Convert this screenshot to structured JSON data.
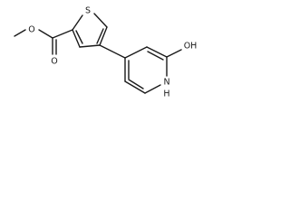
{
  "structure": {
    "atom_labels": {
      "methoxy_o": "O",
      "carbonyl_o": "O",
      "thiophene_s": "S",
      "hydroxy_oh": "OH",
      "pyridine_n": "N",
      "pyridine_h": "H"
    }
  }
}
